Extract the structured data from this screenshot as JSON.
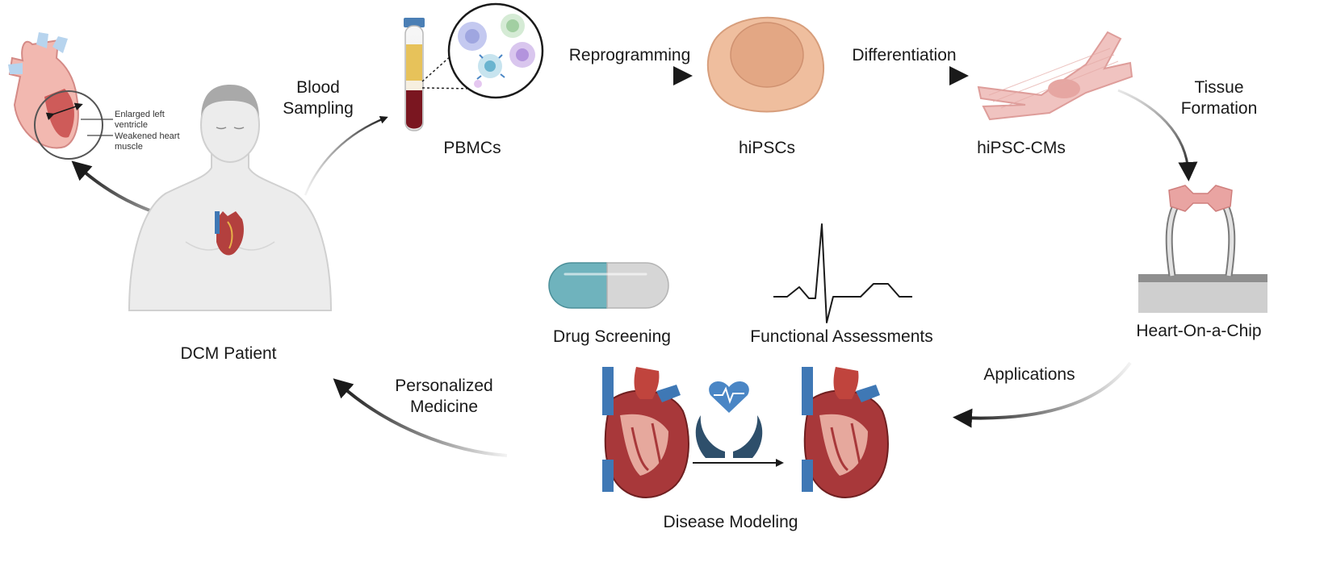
{
  "labels": {
    "dcm_patient": "DCM Patient",
    "blood_sampling": [
      "Blood",
      "Sampling"
    ],
    "pbmcs": "PBMCs",
    "reprogramming": "Reprogramming",
    "hipscs": "hiPSCs",
    "differentiation": "Differentiation",
    "hipsc_cms": "hiPSC-CMs",
    "tissue_formation": [
      "Tissue",
      "Formation"
    ],
    "heart_on_chip": "Heart-On-a-Chip",
    "applications": "Applications",
    "drug_screening": "Drug Screening",
    "functional_assessments": "Functional Assessments",
    "disease_modeling": "Disease Modeling",
    "personalized_medicine": [
      "Personalized",
      "Medicine"
    ]
  },
  "heart_callouts": [
    "Enlarged left",
    "ventricle",
    "Weakened heart",
    "muscle"
  ],
  "colors": {
    "arrow": "#1a1a1a",
    "skin": "#ececec",
    "heart_red": "#a8383a",
    "vessel_blue": "#3f78b5",
    "cell_peach": "#efbe9e",
    "cm_pink": "#f0c3c0",
    "pill_teal": "#6fb3bd",
    "pill_grey": "#d6d6d6",
    "care_blue": "#4a86c5"
  },
  "icons": [
    "heart-anatomy-icon",
    "patient-body-icon",
    "blood-tube-icon",
    "blood-cells-icon",
    "hipsc-cell-icon",
    "cardiomyocyte-icon",
    "heart-on-chip-icon",
    "pill-icon",
    "ecg-trace-icon",
    "heart-hands-icon"
  ]
}
